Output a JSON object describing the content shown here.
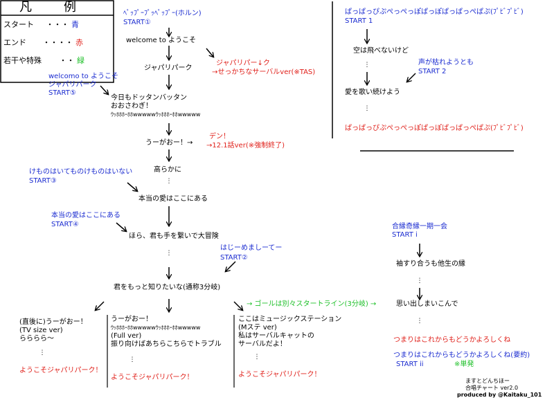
{
  "legend": {
    "title": "凡　例",
    "items": [
      {
        "label": "スタート",
        "dots": "・・・",
        "color": "青"
      },
      {
        "label": "エンド",
        "dots": "・・・・",
        "color": "赤"
      },
      {
        "label": "若干や特殊",
        "dots": "・・",
        "color": "緑"
      }
    ]
  },
  "main": {
    "horn": "ﾍﾟｯﾌﾟｰﾌﾟｯﾍﾟｯﾌﾟｰ(ホルン)",
    "start1": "START①",
    "welcome": "welcome to ようこそ",
    "japari": "ジャパリパーク",
    "tas_title": "ジャパリパー↓ク",
    "tas_sub": "→せっかちなサーバルver(※TAS)",
    "start5_a": "welcomo to ようこそ",
    "start5_b": "ジャパリパーク",
    "start5_c": "START⑤",
    "dottan_a": "今日もドッタンバッタン",
    "dottan_b": "おおさわぎ！",
    "dottan_c": "ｳｯﾎﾎﾎｰﾎﾎwwwwwｳｯﾎﾎﾎｰﾎﾎwwwww",
    "ugao": "うーがおー！→",
    "den_a": "デン！",
    "den_b": "→12.1話ver(※強制終了)",
    "takaraka": "高らかに",
    "start3_a": "けものはいてものけものはいない",
    "start3_b": "START③",
    "honto": "本当の愛はここにある",
    "start4_a": "本当の愛はここにある",
    "start4_b": "START④",
    "hora": "ほら、君も手を繋いで大冒険",
    "start2_a": "はじーめましーてー",
    "start2_b": "START②",
    "kimi": "君をもっと知りたいな(通称3分岐)",
    "goal": "→ ゴールは別々スタートライン(3分岐) →",
    "omoi": "思い出しまいこんで"
  },
  "branches": {
    "tv": [
      "(直後に)うーがおー！",
      "(TV size ver)",
      "らららら～",
      "ようこそジャパリパーク！"
    ],
    "full": [
      "うーがおー！",
      "ｳｯﾎﾎﾎｰﾎﾎwwwwwｳｯﾎﾎﾎｰﾎﾎwwwww",
      "(Full ver)",
      "振り向けばあちらこちらでトラブル",
      "ようこそジャパリパーク！"
    ],
    "ms": [
      "ここはミュージックステーション",
      "(Mステ ver)",
      "私はサーバルキャットの",
      "サーバルだよ！",
      "ようこそジャパリパーク！"
    ]
  },
  "right_top": {
    "papa1": "ぱっぱっぴぷぺっぺっぽぱっぽぱっぱっぺぱぷ(ﾌﾟﾋﾞﾌﾟﾋﾞ)",
    "start1": "START 1",
    "sora": "空は飛べないけど",
    "koe_a": "声が枯れようとも",
    "koe_b": "START 2",
    "ai": "愛を歌い続けよう",
    "papa2": "ぱっぱっぴぷぺっぺっぽぱっぽぱっぱっぺぱぷ(ﾌﾟﾋﾞﾌﾟﾋﾞ)"
  },
  "right_bottom": {
    "gouen": "合縁奇縁一期一会",
    "start_i": "START i",
    "sode": "袖すり合うも他生の縁",
    "tsumari": "つまりはこれからもどうかよろしくね",
    "tsumari2": "つまりはこれからもどうかよろしくね(要約)",
    "start_ii": "START ii",
    "tanpatsu": "※単発"
  },
  "credit": {
    "line1": "ますとどんちほー",
    "line2": "合唱チャート ver2.0",
    "line3": "produced by @Kaitaku_101"
  },
  "dots_char": "⋮",
  "colors": {
    "blue": "#1a2bd0",
    "red": "#e0201a",
    "green": "#1fc02a"
  }
}
